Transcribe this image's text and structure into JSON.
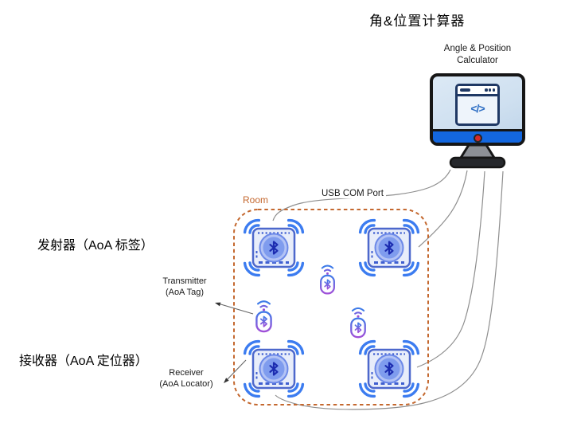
{
  "page_title_cn": "角&位置计算器",
  "computer": {
    "label_line1": "Angle & Position",
    "label_line2": "Calculator",
    "code_glyph": "</>"
  },
  "room": {
    "label": "Room",
    "usb_label": "USB COM Port",
    "locator_count": 4,
    "tag_count": 3
  },
  "annotations": {
    "transmitter_cn": "发射器（AoA 标签）",
    "transmitter_en1": "Transmitter",
    "transmitter_en2": "(AoA Tag)",
    "receiver_cn": "接收器（AoA 定位器）",
    "receiver_en1": "Receiver",
    "receiver_en2": "(AoA Locator)"
  },
  "icons": {
    "computer": "monitor-code-icon",
    "locator": "bluetooth-locator-icon",
    "tag": "bluetooth-tag-icon",
    "signal": "wifi-signal-icon"
  },
  "colors": {
    "room_border": "#c4682f",
    "locator_blue": "#3c7cf0",
    "locator_navy": "#1c2cb0",
    "tag_gradient_start": "#3f7be8",
    "tag_gradient_end": "#a04fd8",
    "monitor_bar_blue": "#1367e0",
    "power_dot_red": "#d42a2a",
    "cable_gray": "#8e8e8e"
  }
}
